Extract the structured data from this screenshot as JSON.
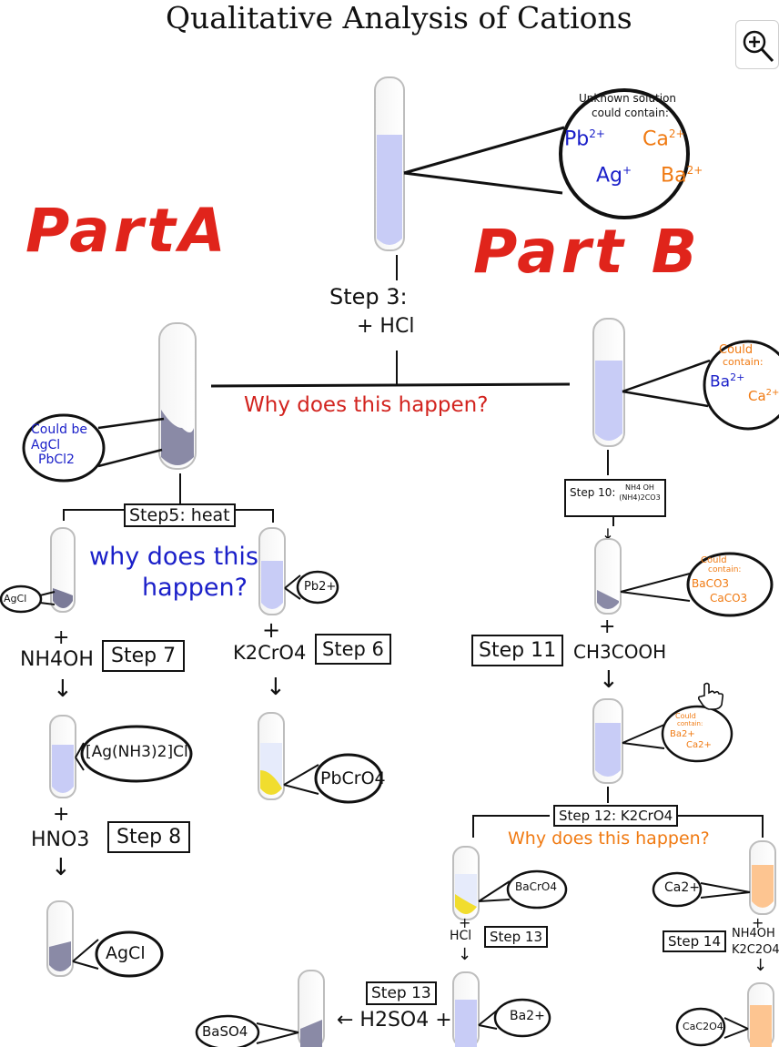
{
  "title": "Qualitative Analysis of Cations",
  "part_a": "PartA",
  "part_b": "Part B",
  "unknown": {
    "heading": "Unknown solution",
    "sub": "could contain:",
    "ions": [
      "Pb",
      "Ca",
      "Ag",
      "Ba"
    ],
    "charges": [
      "2+",
      "2+",
      "+",
      "2+"
    ]
  },
  "step3": {
    "label": "Step 3:",
    "reagent": "+ HCl"
  },
  "why1": "Why does this happen?",
  "could_be": {
    "label": "Could be",
    "a": "AgCl",
    "b": "PbCl2"
  },
  "step5": "Step5: heat",
  "why2": {
    "l1": "why does this",
    "l2": "happen?"
  },
  "agcl_small": "AgCl",
  "pb2": "Pb2+",
  "left_col": {
    "plus1": "+",
    "nh4oh": "NH4OH",
    "step7": "Step 7",
    "arrow1": "↓",
    "complex": "[Ag(NH3)2]Cl",
    "plus2": "+",
    "hno3": "HNO3",
    "step8": "Step 8",
    "arrow2": "↓",
    "agcl": "AgCl"
  },
  "mid_col": {
    "plus": "+",
    "k2cro4": "K2CrO4",
    "step6": "Step 6",
    "arrow": "↓",
    "pbcro4": "PbCrO4"
  },
  "right_top": {
    "could": "Could",
    "contain": "contain:",
    "ba": "Ba",
    "ba_c": "2+",
    "ca": "Ca",
    "ca_c": "2+"
  },
  "step10": {
    "label": "Step 10:",
    "top": "NH4 OH",
    "bottom": "(NH4)2CO3"
  },
  "right_mid": {
    "could": "Could",
    "contain": "contain:",
    "l1": "BaCO3",
    "l2": "CaCO3"
  },
  "step11": "Step 11",
  "ch3cooh": {
    "plus": "+",
    "text": "CH3COOH",
    "arrow": "↓"
  },
  "right_small": {
    "could": "Could",
    "contain": "contain:",
    "ba": "Ba2+",
    "ca": "Ca2+"
  },
  "step12": "Step 12: K2CrO4",
  "why3": "Why does this happen?",
  "bacro4": "BaCrO4",
  "ca2": "Ca2+",
  "bottom_mid": {
    "plus": "+",
    "hcl": "HCl",
    "step13": "Step 13",
    "arrow": "↓",
    "ba2": "Ba2+"
  },
  "bottom_left": {
    "step13": "Step 13",
    "reagent": "← H2SO4 +",
    "baso4": "BaSO4"
  },
  "bottom_right": {
    "step14": "Step 14",
    "plus": "+",
    "nh4oh": "NH4OH",
    "k2c2o4": "K2C2O4",
    "arrow": "↓",
    "cac2o4": "CaC2O4"
  },
  "icons": {
    "zoom": "zoom-in-icon",
    "cursor": "hand-cursor-icon"
  },
  "colors": {
    "red": "#d2231e",
    "blue": "#1b20c9",
    "orange": "#f07a12",
    "liquid": "#c8ccf6",
    "precipitate": "#8a8aa6",
    "yellow": "#f1dd2e",
    "peach": "#fdc591"
  }
}
